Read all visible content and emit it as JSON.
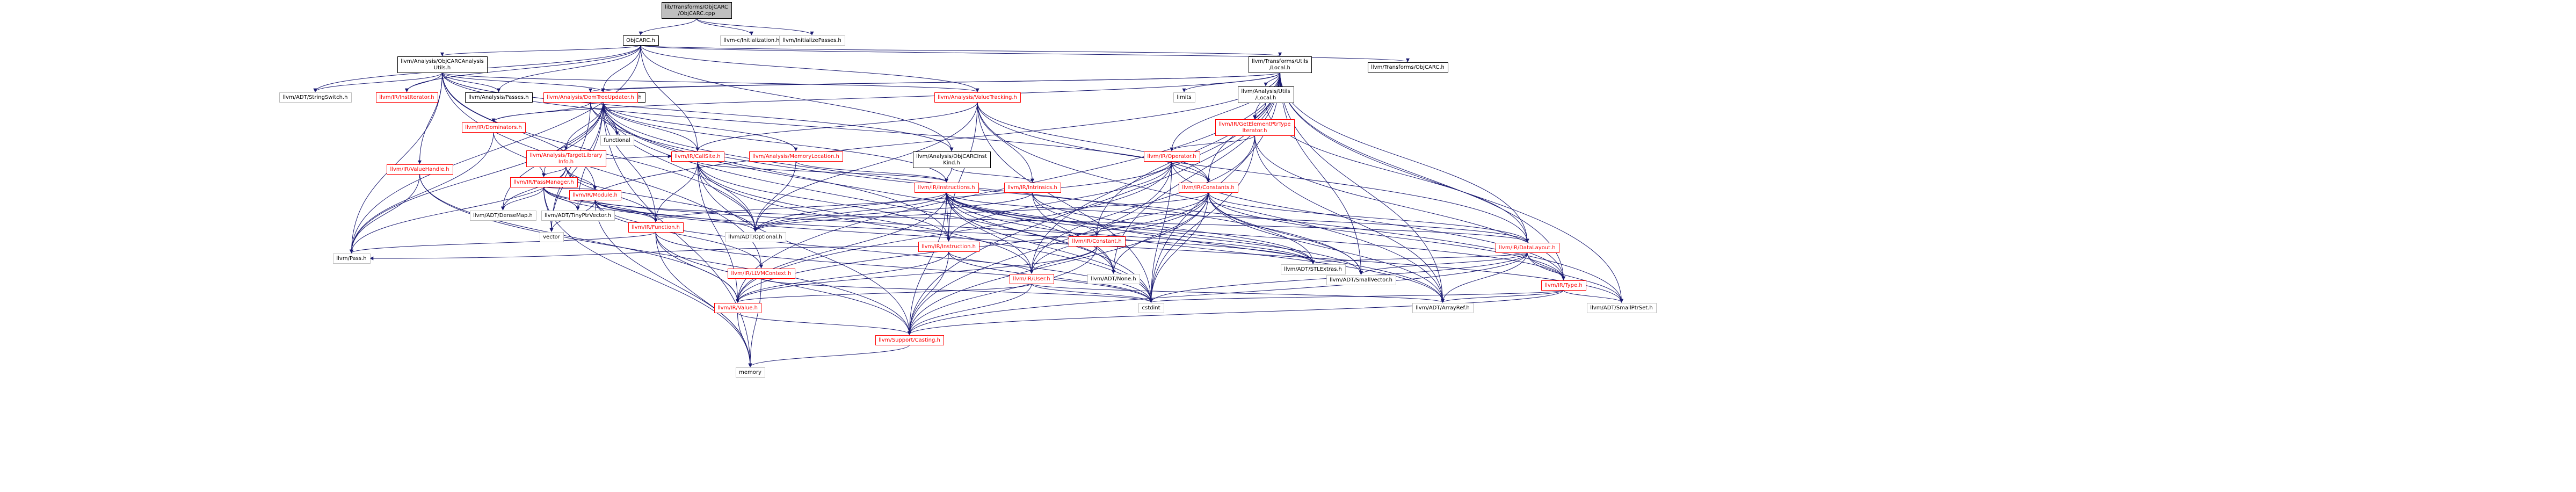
{
  "diagram": {
    "type": "include-dependency-graph",
    "colors": {
      "root_fill": "#bfbfbf",
      "node_fill": "#ffffff",
      "border_black": "#000000",
      "border_grey": "#bfbfbf",
      "border_red": "#ff0000",
      "label_black": "#000000",
      "label_red": "#ff0000",
      "edge_color": "#191970"
    },
    "nodes": [
      {
        "id": "root",
        "lines": [
          "lib/Transforms/ObjCARC",
          "/ObjCARC.cpp"
        ],
        "style": "root"
      },
      {
        "id": "objcarc_h",
        "lines": [
          "ObjCARC.h"
        ],
        "style": "normal"
      },
      {
        "id": "init_c",
        "lines": [
          "llvm-c/Initialization.h"
        ],
        "style": "grey"
      },
      {
        "id": "initpasses",
        "lines": [
          "llvm/InitializePasses.h"
        ],
        "style": "grey"
      },
      {
        "id": "arcutils",
        "lines": [
          "llvm/Analysis/ObjCARCAnalysis",
          "Utils.h"
        ],
        "style": "normal"
      },
      {
        "id": "localh",
        "lines": [
          "llvm/Transforms/Utils",
          "/Local.h"
        ],
        "style": "normal"
      },
      {
        "id": "tobjcarc",
        "lines": [
          "llvm/Transforms/ObjCARC.h"
        ],
        "style": "normal"
      },
      {
        "id": "stringswitch",
        "lines": [
          "llvm/ADT/StringSwitch.h"
        ],
        "style": "grey"
      },
      {
        "id": "institer",
        "lines": [
          "llvm/IR/InstIterator.h"
        ],
        "style": "red"
      },
      {
        "id": "passes_h",
        "lines": [
          "llvm/Analysis/Passes.h"
        ],
        "style": "normal"
      },
      {
        "id": "aliasanalysis",
        "lines": [
          "llvm/Analysis/AliasAnalysis.h"
        ],
        "style": "normal"
      },
      {
        "id": "arcinstkind",
        "lines": [
          "llvm/Analysis/ObjCARCInst",
          "Kind.h"
        ],
        "style": "normal"
      },
      {
        "id": "valuetracking",
        "lines": [
          "llvm/Analysis/ValueTracking.h"
        ],
        "style": "red"
      },
      {
        "id": "domtreeupd",
        "lines": [
          "llvm/Analysis/DomTreeUpdater.h"
        ],
        "style": "red"
      },
      {
        "id": "limits",
        "lines": [
          "limits"
        ],
        "style": "grey"
      },
      {
        "id": "utilslocal",
        "lines": [
          "llvm/Analysis/Utils",
          "/Local.h"
        ],
        "style": "normal"
      },
      {
        "id": "getelemptr",
        "lines": [
          "llvm/IR/GetElementPtrType",
          "Iterator.h"
        ],
        "style": "red"
      },
      {
        "id": "dominators",
        "lines": [
          "llvm/IR/Dominators.h"
        ],
        "style": "red"
      },
      {
        "id": "targetlib",
        "lines": [
          "llvm/Analysis/TargetLibrary",
          "Info.h"
        ],
        "style": "red"
      },
      {
        "id": "functional",
        "lines": [
          "functional"
        ],
        "style": "grey"
      },
      {
        "id": "callsite",
        "lines": [
          "llvm/IR/CallSite.h"
        ],
        "style": "red"
      },
      {
        "id": "memloc",
        "lines": [
          "llvm/Analysis/MemoryLocation.h"
        ],
        "style": "red"
      },
      {
        "id": "operator",
        "lines": [
          "llvm/IR/Operator.h"
        ],
        "style": "red"
      },
      {
        "id": "valuehandle",
        "lines": [
          "llvm/IR/ValueHandle.h"
        ],
        "style": "red"
      },
      {
        "id": "passmanager",
        "lines": [
          "llvm/IR/PassManager.h"
        ],
        "style": "red"
      },
      {
        "id": "intrinsics",
        "lines": [
          "llvm/IR/Intrinsics.h"
        ],
        "style": "red"
      },
      {
        "id": "instructions",
        "lines": [
          "llvm/IR/Instructions.h"
        ],
        "style": "red"
      },
      {
        "id": "constants",
        "lines": [
          "llvm/IR/Constants.h"
        ],
        "style": "red"
      },
      {
        "id": "densemap",
        "lines": [
          "llvm/ADT/DenseMap.h"
        ],
        "style": "grey"
      },
      {
        "id": "tinyptr",
        "lines": [
          "llvm/ADT/TinyPtrVector.h"
        ],
        "style": "grey"
      },
      {
        "id": "module",
        "lines": [
          "llvm/IR/Module.h"
        ],
        "style": "red"
      },
      {
        "id": "function",
        "lines": [
          "llvm/IR/Function.h"
        ],
        "style": "red"
      },
      {
        "id": "vector",
        "lines": [
          "vector"
        ],
        "style": "grey"
      },
      {
        "id": "optional",
        "lines": [
          "llvm/ADT/Optional.h"
        ],
        "style": "grey"
      },
      {
        "id": "instruction",
        "lines": [
          "llvm/IR/Instruction.h"
        ],
        "style": "red"
      },
      {
        "id": "constant",
        "lines": [
          "llvm/IR/Constant.h"
        ],
        "style": "red"
      },
      {
        "id": "datalayout",
        "lines": [
          "llvm/IR/DataLayout.h"
        ],
        "style": "red"
      },
      {
        "id": "pass_h",
        "lines": [
          "llvm/Pass.h"
        ],
        "style": "grey"
      },
      {
        "id": "llvmcontext",
        "lines": [
          "llvm/IR/LLVMContext.h"
        ],
        "style": "red"
      },
      {
        "id": "user",
        "lines": [
          "llvm/IR/User.h"
        ],
        "style": "red"
      },
      {
        "id": "none",
        "lines": [
          "llvm/ADT/None.h"
        ],
        "style": "grey"
      },
      {
        "id": "stlextras",
        "lines": [
          "llvm/ADT/STLExtras.h"
        ],
        "style": "grey"
      },
      {
        "id": "smallvector",
        "lines": [
          "llvm/ADT/SmallVector.h"
        ],
        "style": "grey"
      },
      {
        "id": "type",
        "lines": [
          "llvm/IR/Type.h"
        ],
        "style": "red"
      },
      {
        "id": "value",
        "lines": [
          "llvm/IR/Value.h"
        ],
        "style": "red"
      },
      {
        "id": "cstdint",
        "lines": [
          "cstdint"
        ],
        "style": "grey"
      },
      {
        "id": "arrayref",
        "lines": [
          "llvm/ADT/ArrayRef.h"
        ],
        "style": "grey"
      },
      {
        "id": "smallptrset",
        "lines": [
          "llvm/ADT/SmallPtrSet.h"
        ],
        "style": "grey"
      },
      {
        "id": "casting",
        "lines": [
          "llvm/Support/Casting.h"
        ],
        "style": "red"
      },
      {
        "id": "memory",
        "lines": [
          "memory"
        ],
        "style": "grey"
      }
    ],
    "edges": [
      [
        "root",
        "objcarc_h"
      ],
      [
        "root",
        "init_c"
      ],
      [
        "root",
        "initpasses"
      ],
      [
        "objcarc_h",
        "arcutils"
      ],
      [
        "objcarc_h",
        "localh"
      ],
      [
        "objcarc_h",
        "tobjcarc"
      ],
      [
        "objcarc_h",
        "stringswitch"
      ],
      [
        "objcarc_h",
        "institer"
      ],
      [
        "objcarc_h",
        "passes_h"
      ],
      [
        "objcarc_h",
        "aliasanalysis"
      ],
      [
        "objcarc_h",
        "arcinstkind"
      ],
      [
        "objcarc_h",
        "valuetracking"
      ],
      [
        "objcarc_h",
        "callsite"
      ],
      [
        "objcarc_h",
        "pass_h"
      ],
      [
        "arcutils",
        "stringswitch"
      ],
      [
        "arcutils",
        "passes_h"
      ],
      [
        "arcutils",
        "aliasanalysis"
      ],
      [
        "arcutils",
        "arcinstkind"
      ],
      [
        "arcutils",
        "valuetracking"
      ],
      [
        "arcutils",
        "institer"
      ],
      [
        "arcutils",
        "constants"
      ],
      [
        "arcutils",
        "llvmcontext"
      ],
      [
        "arcutils",
        "module"
      ],
      [
        "arcutils",
        "valuehandle"
      ],
      [
        "arcutils",
        "pass_h"
      ],
      [
        "arcutils",
        "optional"
      ],
      [
        "localh",
        "domtreeupd"
      ],
      [
        "localh",
        "utilslocal"
      ],
      [
        "localh",
        "limits"
      ],
      [
        "localh",
        "getelemptr"
      ],
      [
        "localh",
        "operator"
      ],
      [
        "localh",
        "constants"
      ],
      [
        "localh",
        "datalayout"
      ],
      [
        "localh",
        "dominators"
      ],
      [
        "localh",
        "aliasanalysis"
      ],
      [
        "localh",
        "smallptrset"
      ],
      [
        "localh",
        "smallvector"
      ],
      [
        "localh",
        "tinyptr"
      ],
      [
        "localh",
        "user"
      ],
      [
        "localh",
        "value"
      ],
      [
        "localh",
        "casting"
      ],
      [
        "localh",
        "cstdint"
      ],
      [
        "localh",
        "arrayref"
      ],
      [
        "localh",
        "none"
      ],
      [
        "localh",
        "type"
      ],
      [
        "localh",
        "constant"
      ],
      [
        "aliasanalysis",
        "targetlib"
      ],
      [
        "aliasanalysis",
        "memloc"
      ],
      [
        "aliasanalysis",
        "callsite"
      ],
      [
        "aliasanalysis",
        "functional"
      ],
      [
        "aliasanalysis",
        "instruction"
      ],
      [
        "aliasanalysis",
        "instructions"
      ],
      [
        "aliasanalysis",
        "passmanager"
      ],
      [
        "aliasanalysis",
        "optional"
      ],
      [
        "aliasanalysis",
        "smallvector"
      ],
      [
        "aliasanalysis",
        "cstdint"
      ],
      [
        "aliasanalysis",
        "memory"
      ],
      [
        "aliasanalysis",
        "vector"
      ],
      [
        "aliasanalysis",
        "pass_h"
      ],
      [
        "aliasanalysis",
        "function"
      ],
      [
        "aliasanalysis",
        "densemap"
      ],
      [
        "aliasanalysis",
        "tinyptr"
      ],
      [
        "aliasanalysis",
        "none"
      ],
      [
        "arcinstkind",
        "instructions"
      ],
      [
        "arcinstkind",
        "intrinsics"
      ],
      [
        "valuetracking",
        "callsite"
      ],
      [
        "valuetracking",
        "constants"
      ],
      [
        "valuetracking",
        "instruction"
      ],
      [
        "valuetracking",
        "intrinsics"
      ],
      [
        "valuetracking",
        "arrayref"
      ],
      [
        "valuetracking",
        "optional"
      ],
      [
        "valuetracking",
        "smallset_placeholder"
      ],
      [
        "valuetracking",
        "cstdint"
      ],
      [
        "valuetracking",
        "datalayout"
      ],
      [
        "domtreeupd",
        "dominators"
      ],
      [
        "domtreeupd",
        "functional"
      ],
      [
        "domtreeupd",
        "vector"
      ],
      [
        "domtreeupd",
        "smallptrset"
      ],
      [
        "utilslocal",
        "datalayout"
      ],
      [
        "utilslocal",
        "getelemptr"
      ],
      [
        "getelemptr",
        "operator"
      ],
      [
        "getelemptr",
        "user"
      ],
      [
        "getelemptr",
        "type"
      ],
      [
        "getelemptr",
        "arrayref"
      ],
      [
        "getelemptr",
        "cstdint"
      ],
      [
        "dominators",
        "passmanager"
      ],
      [
        "dominators",
        "pass_h"
      ],
      [
        "targetlib",
        "callsite"
      ],
      [
        "targetlib",
        "function"
      ],
      [
        "targetlib",
        "module"
      ],
      [
        "targetlib",
        "passmanager"
      ],
      [
        "targetlib",
        "optional"
      ],
      [
        "targetlib",
        "densemap"
      ],
      [
        "targetlib",
        "pass_h"
      ],
      [
        "callsite",
        "instructions"
      ],
      [
        "callsite",
        "function"
      ],
      [
        "callsite",
        "value"
      ],
      [
        "callsite",
        "user"
      ],
      [
        "callsite",
        "optional"
      ],
      [
        "callsite",
        "cstdint"
      ],
      [
        "callsite",
        "casting"
      ],
      [
        "callsite",
        "instruction"
      ],
      [
        "memloc",
        "optional"
      ],
      [
        "memloc",
        "instructions"
      ],
      [
        "operator",
        "constants"
      ],
      [
        "operator",
        "instruction"
      ],
      [
        "operator",
        "type"
      ],
      [
        "operator",
        "value"
      ],
      [
        "operator",
        "casting"
      ],
      [
        "operator",
        "cstdint"
      ],
      [
        "operator",
        "optional"
      ],
      [
        "valuehandle",
        "value"
      ],
      [
        "valuehandle",
        "casting"
      ],
      [
        "valuehandle",
        "pass_h"
      ],
      [
        "passmanager",
        "function"
      ],
      [
        "passmanager",
        "module"
      ],
      [
        "passmanager",
        "densemap"
      ],
      [
        "passmanager",
        "tinyptr"
      ],
      [
        "passmanager",
        "vector"
      ],
      [
        "passmanager",
        "stlextras"
      ],
      [
        "passmanager",
        "memory"
      ],
      [
        "passmanager",
        "smallptrset"
      ],
      [
        "intrinsics",
        "none"
      ],
      [
        "intrinsics",
        "optional"
      ],
      [
        "intrinsics",
        "arrayref"
      ],
      [
        "intrinsics",
        "stlextras"
      ],
      [
        "instructions",
        "instruction"
      ],
      [
        "instructions",
        "constant"
      ],
      [
        "instructions",
        "datalayout"
      ],
      [
        "instructions",
        "stlextras"
      ],
      [
        "instructions",
        "none"
      ],
      [
        "instructions",
        "arrayref"
      ],
      [
        "instructions",
        "smallvector"
      ],
      [
        "instructions",
        "type"
      ],
      [
        "instructions",
        "user"
      ],
      [
        "instructions",
        "value"
      ],
      [
        "instructions",
        "casting"
      ],
      [
        "instructions",
        "cstdint"
      ],
      [
        "instructions",
        "function"
      ],
      [
        "instructions",
        "optional"
      ],
      [
        "constants",
        "constant"
      ],
      [
        "constants",
        "datalayout"
      ],
      [
        "constants",
        "type"
      ],
      [
        "constants",
        "user"
      ],
      [
        "constants",
        "value"
      ],
      [
        "constants",
        "casting"
      ],
      [
        "constants",
        "cstdint"
      ],
      [
        "constants",
        "none"
      ],
      [
        "constants",
        "optional"
      ],
      [
        "constants",
        "arrayref"
      ],
      [
        "constants",
        "stlextras"
      ],
      [
        "constants",
        "smallvector"
      ],
      [
        "module",
        "function"
      ],
      [
        "module",
        "datalayout"
      ],
      [
        "module",
        "llvmcontext"
      ],
      [
        "module",
        "stlextras"
      ],
      [
        "module",
        "memory"
      ],
      [
        "module",
        "vector"
      ],
      [
        "module",
        "cstdint"
      ],
      [
        "module",
        "optional"
      ],
      [
        "function",
        "value"
      ],
      [
        "function",
        "casting"
      ],
      [
        "function",
        "memory"
      ],
      [
        "function",
        "cstdint"
      ],
      [
        "function",
        "pass_h"
      ],
      [
        "instruction",
        "user"
      ],
      [
        "instruction",
        "value"
      ],
      [
        "instruction",
        "casting"
      ],
      [
        "instruction",
        "cstdint"
      ],
      [
        "instruction",
        "pass_h"
      ],
      [
        "constant",
        "user"
      ],
      [
        "constant",
        "value"
      ],
      [
        "constant",
        "casting"
      ],
      [
        "datalayout",
        "type"
      ],
      [
        "datalayout",
        "arrayref"
      ],
      [
        "datalayout",
        "smallvector"
      ],
      [
        "datalayout",
        "stlextras"
      ],
      [
        "datalayout",
        "cstdint"
      ],
      [
        "datalayout",
        "casting"
      ],
      [
        "datalayout",
        "smallptrset"
      ],
      [
        "llvmcontext",
        "memory"
      ],
      [
        "llvmcontext",
        "cstdint"
      ],
      [
        "user",
        "value"
      ],
      [
        "user",
        "casting"
      ],
      [
        "user",
        "cstdint"
      ],
      [
        "user",
        "arrayref"
      ],
      [
        "type",
        "arrayref"
      ],
      [
        "type",
        "casting"
      ],
      [
        "type",
        "cstdint"
      ],
      [
        "type",
        "smallptrset"
      ],
      [
        "value",
        "casting"
      ],
      [
        "value",
        "memory"
      ],
      [
        "casting",
        "memory"
      ]
    ]
  }
}
